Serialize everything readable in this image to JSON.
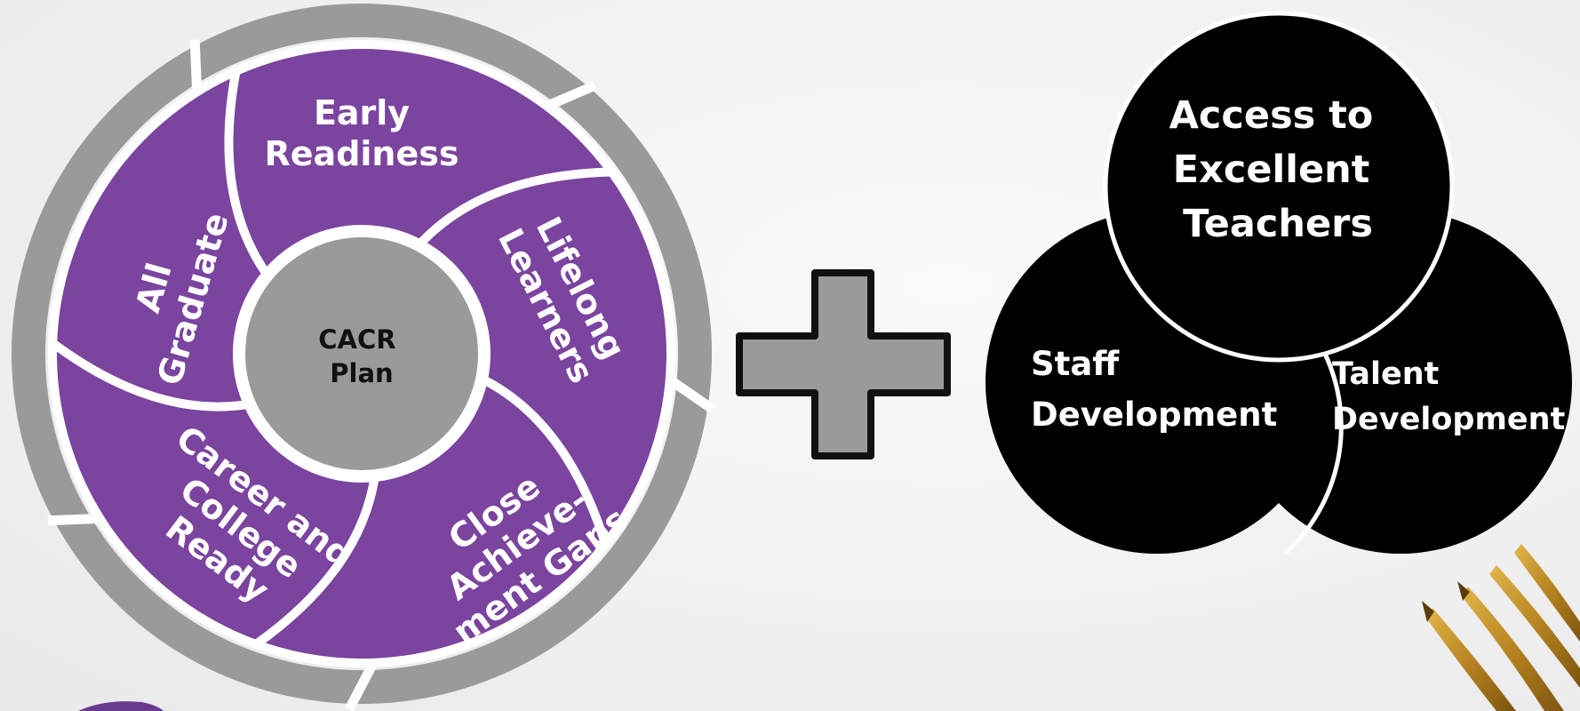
{
  "wheel": {
    "center": {
      "lines": [
        "CACR",
        "Plan"
      ]
    },
    "segments": [
      {
        "id": "early-readiness",
        "lines": [
          "Early",
          "Readiness"
        ]
      },
      {
        "id": "lifelong-learners",
        "lines": [
          "Lifelong",
          "Learners"
        ]
      },
      {
        "id": "close-achievement-gaps",
        "lines": [
          "Close",
          "Achieve-",
          "ment Gaps"
        ]
      },
      {
        "id": "career-college-ready",
        "lines": [
          "Career and",
          "College",
          "Ready"
        ]
      },
      {
        "id": "all-graduate",
        "lines": [
          "All",
          "Graduate"
        ]
      }
    ],
    "colors": {
      "purple": "#7a449f",
      "gray": "#9a9a9a",
      "gap": "#ffffff",
      "center_text": "#111111"
    }
  },
  "operator": {
    "symbol": "plus",
    "fill": "#9a9a9a",
    "stroke": "#111111"
  },
  "venn": {
    "circles": [
      {
        "id": "access-to-excellent-teachers",
        "lines": [
          "Access to",
          "Excellent",
          "Teachers"
        ]
      },
      {
        "id": "staff-development",
        "lines": [
          "Staff",
          "Development"
        ]
      },
      {
        "id": "talent-development",
        "lines": [
          "Talent",
          "Development"
        ]
      }
    ],
    "colors": {
      "fill": "#000000",
      "outline": "#ffffff",
      "text": "#ffffff"
    }
  },
  "decor": {
    "brush_icon": "paintbrush-icon",
    "brush_color": "#c8952a",
    "corner_shape_color": "#6a3a8e"
  }
}
